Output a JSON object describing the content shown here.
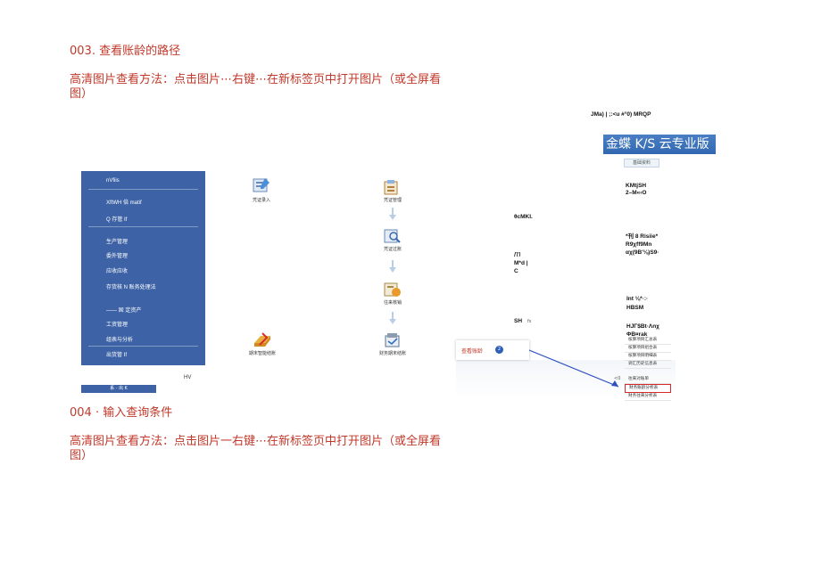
{
  "section1": {
    "heading": "003. 查看账龄的路径",
    "instruction": "高清图片查看方法：点击图片⋯右键⋯在新标签页中打开图片（或全屏看图）"
  },
  "section2": {
    "heading": "004 · 输入查询条件",
    "instruction": "高清图片查看方法：点击图片一右键⋯在新标签页中打开图片（或全屏看图）"
  },
  "nav": {
    "items": [
      "nVfiis",
      "XftWH 倍 matif",
      "Q 存管 If",
      "生产管理",
      "委外管理",
      "应收应收",
      "存货核 N 账务处理法",
      "—— 固 定资产",
      "工资管理",
      "组表与分析",
      "出货管 If"
    ],
    "tab_label": "系 · 出 K",
    "footer_text": "HV"
  },
  "flow": {
    "icon1_label": "凭证录入",
    "icon2_label": "凭证管理",
    "icon3_label": "凭证过账",
    "icon4_label": "往来核销",
    "icon5_label": "期末智能结账",
    "icon6_label": "财务期末结账"
  },
  "right": {
    "top_caption": "JMa) | ;:<u #°0) MRQP",
    "banner_text": "金蝶 K/S 云专业版",
    "subtab": "基础资料",
    "text_a1": "KMtjSH",
    "text_a2": "2–M«‹O",
    "text_b": "θcMKI.",
    "text_c1": "*刊 8 Risiie*",
    "text_c2": "R9χff9Mn",
    "text_c3": "αχ(9B'⅛)S9·",
    "text_d1": "m",
    "text_d2": "M*d |",
    "text_d3": "C",
    "text_e1": "Int ⅛*·:·",
    "text_e2": "HBSM",
    "text_f": "SH",
    "text_f_small": "fs",
    "text_g1": "HJΓ$Bt·Λnχ",
    "text_g2": "ΦB¤rak",
    "menu": [
      "核算项目汇总表",
      "核算项目组合表",
      "核算项目明细表",
      "调汇历史信息表",
      "往来对账单",
      "财务账龄分析表",
      "财务往来分析表"
    ],
    "popup_text": "查看账龄",
    "popup_badge": "2",
    "side_mark": "<0"
  },
  "colors": {
    "heading_red": "#c0392b",
    "nav_blue": "#3d63a6",
    "banner_blue": "#3268b0"
  }
}
